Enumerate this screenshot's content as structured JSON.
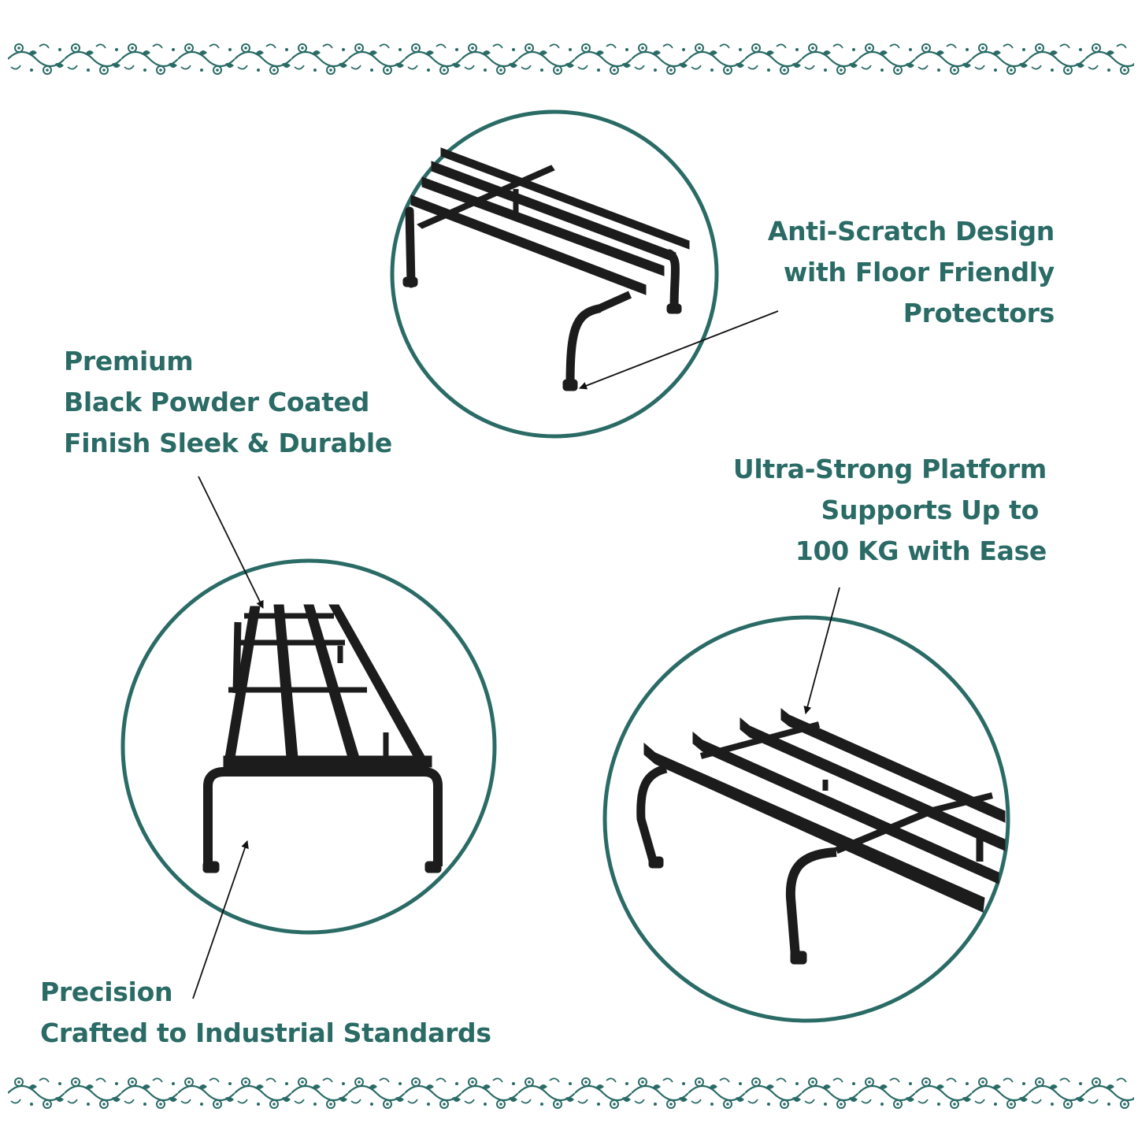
{
  "colors": {
    "accent": "#2a6b66",
    "product": "#1c1c1c",
    "arrow": "#111111",
    "background": "#ffffff"
  },
  "borders": {
    "style": "floral-vine",
    "icon": "floral-vine-border"
  },
  "features": {
    "scratch": {
      "lines": [
        "Anti-Scratch Design",
        "with Floor Friendly",
        "Protectors"
      ]
    },
    "strong": {
      "lines": [
        "Ultra-Strong Platform",
        "Supports Up to",
        "100 KG with Ease"
      ]
    },
    "premium": {
      "lines": [
        "Premium",
        "Black Powder Coated",
        "Finish Sleek & Durable"
      ]
    },
    "precision": {
      "lines": [
        "Precision",
        "Crafted to Industrial Standards"
      ]
    }
  }
}
